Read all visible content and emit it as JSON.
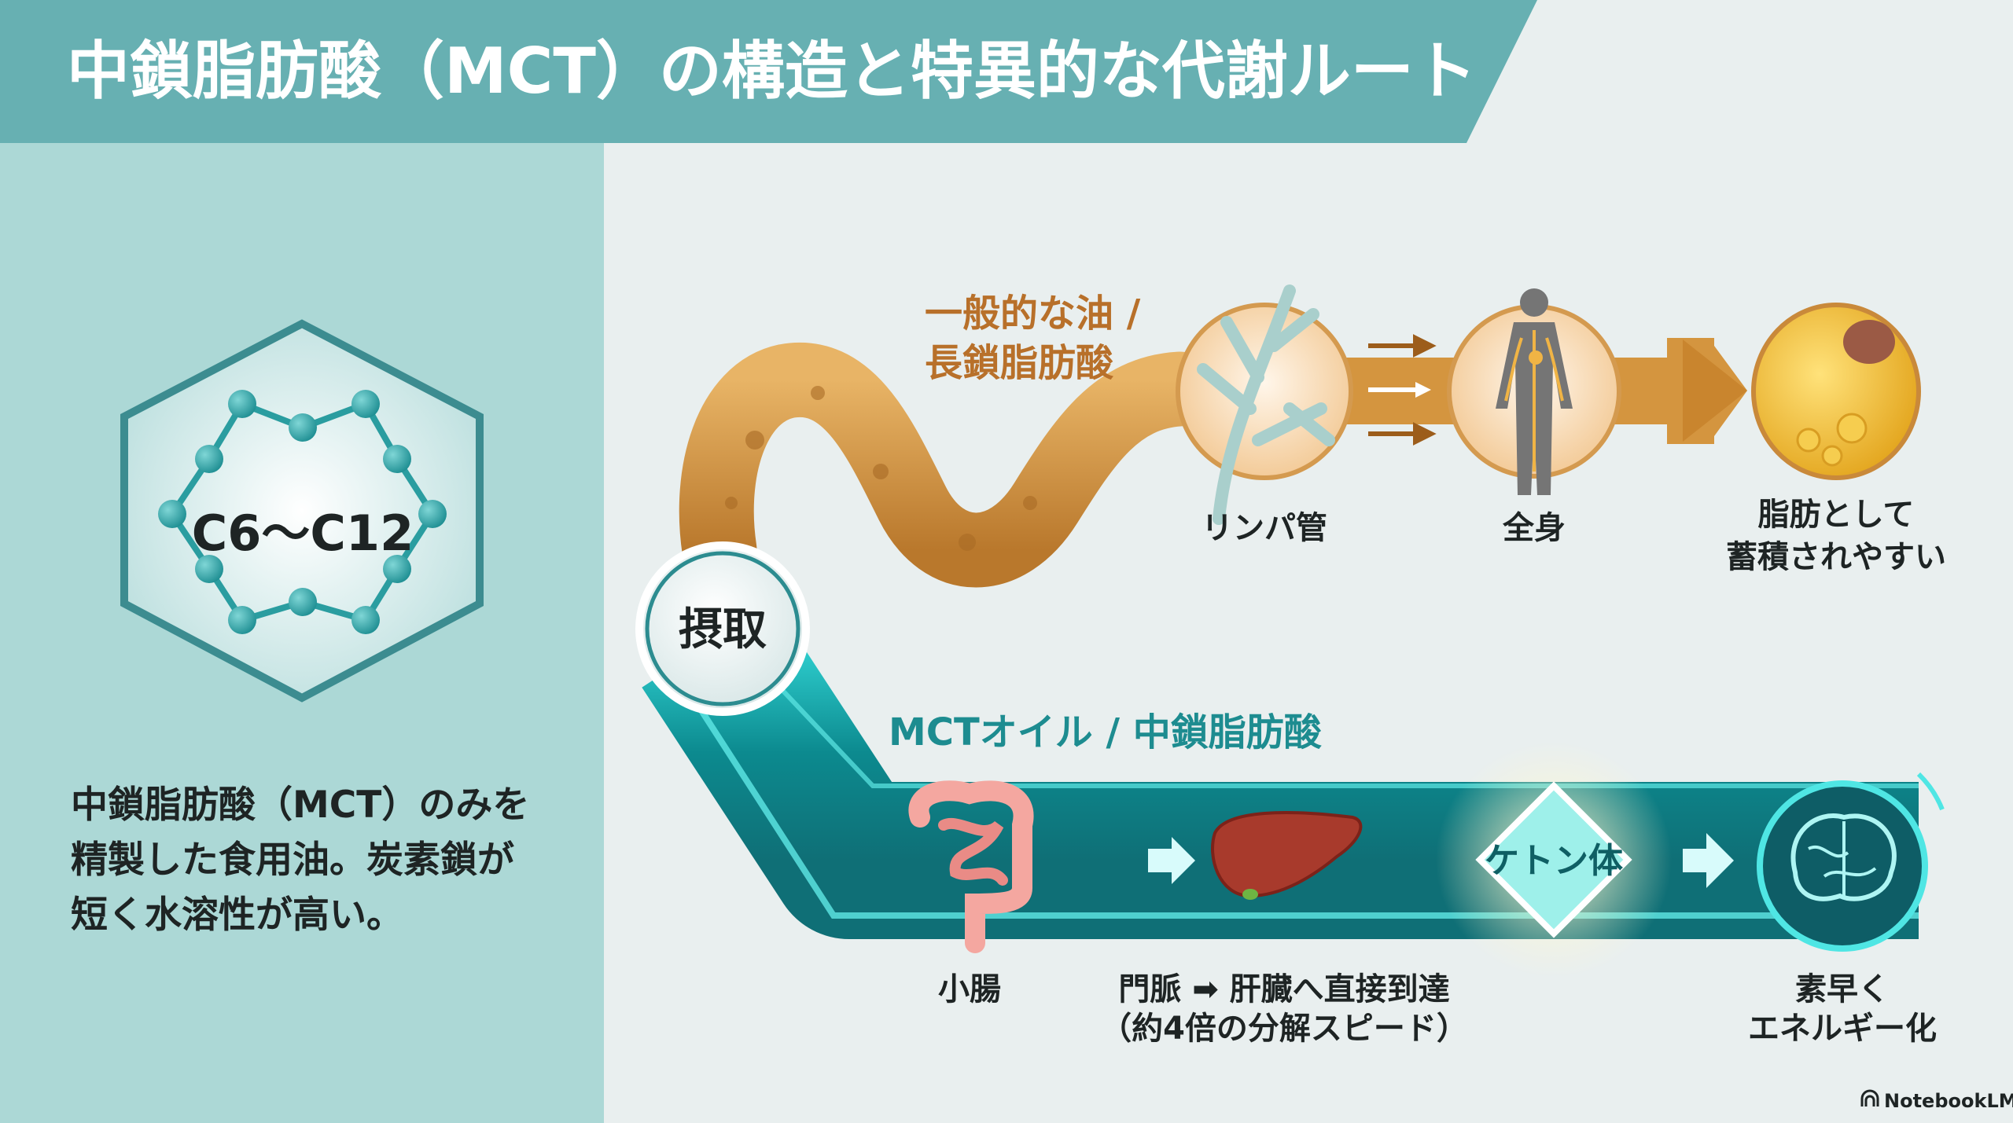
{
  "header": {
    "title": "中鎖脂肪酸（MCT）の構造と特異的な代謝ルート"
  },
  "left_panel": {
    "molecule_label": "C6〜C12",
    "description_lines": [
      "中鎖脂肪酸（MCT）のみを",
      "精製した食用油。炭素鎖が",
      "短く水溶性が高い。"
    ]
  },
  "intake": {
    "label": "摂取"
  },
  "long_chain_route": {
    "title_lines": [
      "一般的な油 /",
      "長鎖脂肪酸"
    ],
    "steps": [
      {
        "icon": "lymph-vessel-icon",
        "label_lines": [
          "リンパ管"
        ]
      },
      {
        "icon": "human-body-icon",
        "label_lines": [
          "全身"
        ]
      },
      {
        "icon": "fat-cell-icon",
        "label_lines": [
          "脂肪として",
          "蓄積されやすい"
        ]
      }
    ]
  },
  "mct_route": {
    "title": "MCTオイル / 中鎖脂肪酸",
    "ketone_label": "ケトン体",
    "steps": [
      {
        "icon": "small-intestine-icon",
        "label_lines": [
          "小腸"
        ]
      },
      {
        "icon": "liver-icon",
        "label_lines": [
          "門脈 ➡ 肝臓へ直接到達",
          "（約4倍の分解スピード）"
        ]
      },
      {
        "icon": "brain-icon",
        "label_lines": [
          "素早く",
          "エネルギー化"
        ]
      }
    ]
  },
  "footer": {
    "brand": "NotebookLM"
  },
  "colors": {
    "header": "#67b0b2",
    "left_panel": "#acd8d6",
    "orange": "#c98a3a",
    "teal": "#1aa3a6",
    "text": "#1e2424"
  }
}
